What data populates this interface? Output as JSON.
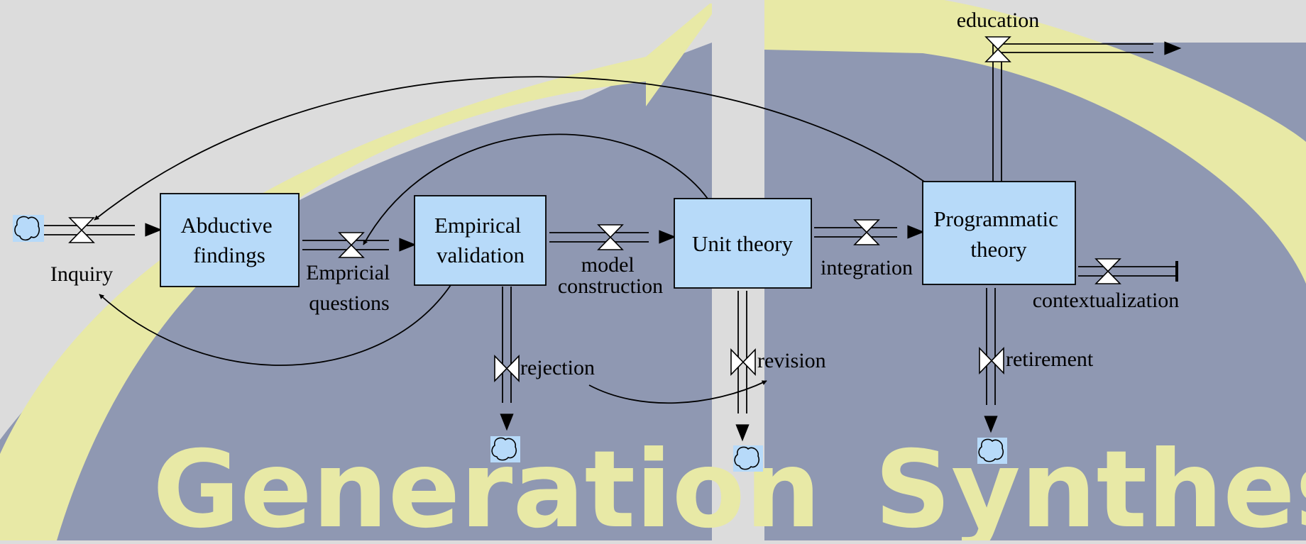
{
  "colors": {
    "background": "#dcdcdc",
    "panel": "#8f98b2",
    "arc": "#e8e9a6",
    "stock_fill": "#b7daf9",
    "stroke": "#000000"
  },
  "background_words": {
    "left": "Generation",
    "right": "Synthesis"
  },
  "stocks": {
    "abductive": [
      "Abductive",
      "findings"
    ],
    "empirical": [
      "Empirical",
      "validation"
    ],
    "unit": [
      "Unit theory"
    ],
    "programmatic": [
      "Programmatic",
      "theory"
    ]
  },
  "flows": {
    "inquiry": [
      "Inquiry"
    ],
    "questions": [
      "Empricial",
      "questions"
    ],
    "model": [
      "model",
      "construction"
    ],
    "integration": [
      "integration"
    ],
    "education": [
      "education"
    ],
    "contextualization": [
      "contextualization"
    ],
    "rejection": [
      "rejection"
    ],
    "revision": [
      "revision"
    ],
    "retirement": [
      "retirement"
    ]
  },
  "icons": [
    "cloud-source-icon",
    "cloud-sink-icon",
    "valve-icon",
    "arrowhead-icon",
    "sink-bar-icon"
  ]
}
